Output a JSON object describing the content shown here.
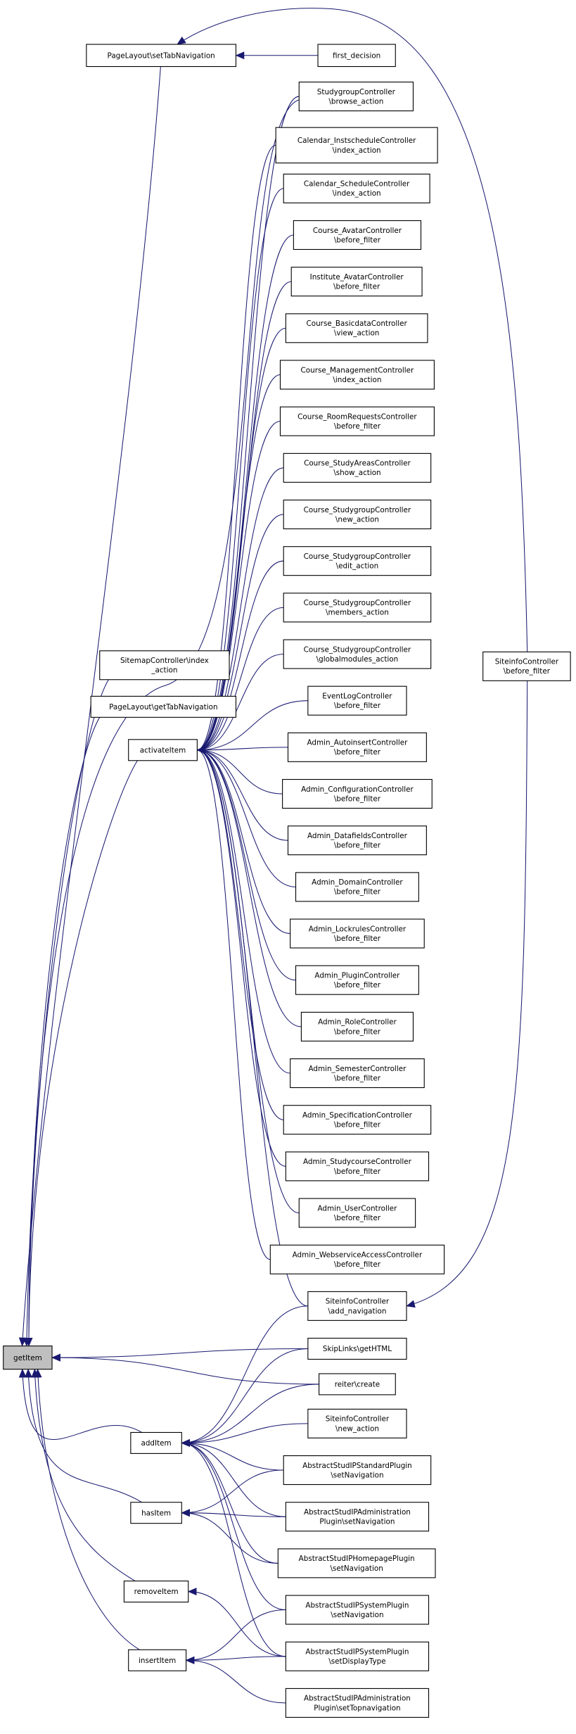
{
  "graph": {
    "type": "caller-graph",
    "edge_color": "#191970",
    "focus_fill": "#bfbfbf",
    "focus_node": "getItem",
    "nodes": [
      {
        "lines": [
          "getItem"
        ]
      },
      {
        "lines": [
          "PageLayout\\setTabNavigation"
        ]
      },
      {
        "lines": [
          "first_decision"
        ]
      },
      {
        "lines": [
          "StudygroupController",
          "\\browse_action"
        ]
      },
      {
        "lines": [
          "Calendar_InstscheduleController",
          "\\index_action"
        ]
      },
      {
        "lines": [
          "Calendar_ScheduleController",
          "\\index_action"
        ]
      },
      {
        "lines": [
          "Course_AvatarController",
          "\\before_filter"
        ]
      },
      {
        "lines": [
          "Institute_AvatarController",
          "\\before_filter"
        ]
      },
      {
        "lines": [
          "Course_BasicdataController",
          "\\view_action"
        ]
      },
      {
        "lines": [
          "Course_ManagementController",
          "\\index_action"
        ]
      },
      {
        "lines": [
          "Course_RoomRequestsController",
          "\\before_filter"
        ]
      },
      {
        "lines": [
          "Course_StudyAreasController",
          "\\show_action"
        ]
      },
      {
        "lines": [
          "Course_StudygroupController",
          "\\new_action"
        ]
      },
      {
        "lines": [
          "Course_StudygroupController",
          "\\edit_action"
        ]
      },
      {
        "lines": [
          "Course_StudygroupController",
          "\\members_action"
        ]
      },
      {
        "lines": [
          "Course_StudygroupController",
          "\\globalmodules_action"
        ]
      },
      {
        "lines": [
          "EventLogController",
          "\\before_filter"
        ]
      },
      {
        "lines": [
          "Admin_AutoinsertController",
          "\\before_filter"
        ]
      },
      {
        "lines": [
          "Admin_ConfigurationController",
          "\\before_filter"
        ]
      },
      {
        "lines": [
          "Admin_DatafieldsController",
          "\\before_filter"
        ]
      },
      {
        "lines": [
          "Admin_DomainController",
          "\\before_filter"
        ]
      },
      {
        "lines": [
          "Admin_LockrulesController",
          "\\before_filter"
        ]
      },
      {
        "lines": [
          "Admin_PluginController",
          "\\before_filter"
        ]
      },
      {
        "lines": [
          "Admin_RoleController",
          "\\before_filter"
        ]
      },
      {
        "lines": [
          "Admin_SemesterController",
          "\\before_filter"
        ]
      },
      {
        "lines": [
          "Admin_SpecificationController",
          "\\before_filter"
        ]
      },
      {
        "lines": [
          "Admin_StudycourseController",
          "\\before_filter"
        ]
      },
      {
        "lines": [
          "Admin_UserController",
          "\\before_filter"
        ]
      },
      {
        "lines": [
          "Admin_WebserviceAccessController",
          "\\before_filter"
        ]
      },
      {
        "lines": [
          "SiteinfoController",
          "\\add_navigation"
        ]
      },
      {
        "lines": [
          "SkipLinks\\getHTML"
        ]
      },
      {
        "lines": [
          "reiter\\create"
        ]
      },
      {
        "lines": [
          "SiteinfoController",
          "\\new_action"
        ]
      },
      {
        "lines": [
          "AbstractStudIPStandardPlugin",
          "\\setNavigation"
        ]
      },
      {
        "lines": [
          "AbstractStudIPAdministration",
          "Plugin\\setNavigation"
        ]
      },
      {
        "lines": [
          "AbstractStudIPHomepagePlugin",
          "\\setNavigation"
        ]
      },
      {
        "lines": [
          "AbstractStudIPSystemPlugin",
          "\\setNavigation"
        ]
      },
      {
        "lines": [
          "AbstractStudIPSystemPlugin",
          "\\setDisplayType"
        ]
      },
      {
        "lines": [
          "AbstractStudIPAdministration",
          "Plugin\\setTopnavigation"
        ]
      },
      {
        "lines": [
          "SiteinfoController",
          "\\before_filter"
        ]
      },
      {
        "lines": [
          "SitemapController\\index",
          "_action"
        ]
      },
      {
        "lines": [
          "PageLayout\\getTabNavigation"
        ]
      },
      {
        "lines": [
          "activateItem"
        ]
      },
      {
        "lines": [
          "addItem"
        ]
      },
      {
        "lines": [
          "hasItem"
        ]
      },
      {
        "lines": [
          "removeItem"
        ]
      },
      {
        "lines": [
          "insertItem"
        ]
      }
    ],
    "edges": [
      [
        2,
        1
      ],
      [
        39,
        1
      ],
      [
        39,
        29
      ],
      [
        1,
        0
      ],
      [
        40,
        0
      ],
      [
        41,
        0
      ],
      [
        42,
        0
      ],
      [
        43,
        0
      ],
      [
        44,
        0
      ],
      [
        45,
        0
      ],
      [
        46,
        0
      ],
      [
        3,
        0
      ],
      [
        30,
        0
      ],
      [
        31,
        0
      ],
      [
        3,
        42
      ],
      [
        4,
        42
      ],
      [
        5,
        42
      ],
      [
        6,
        42
      ],
      [
        7,
        42
      ],
      [
        8,
        42
      ],
      [
        9,
        42
      ],
      [
        10,
        42
      ],
      [
        11,
        42
      ],
      [
        12,
        42
      ],
      [
        13,
        42
      ],
      [
        14,
        42
      ],
      [
        15,
        42
      ],
      [
        16,
        42
      ],
      [
        17,
        42
      ],
      [
        18,
        42
      ],
      [
        19,
        42
      ],
      [
        20,
        42
      ],
      [
        21,
        42
      ],
      [
        22,
        42
      ],
      [
        23,
        42
      ],
      [
        24,
        42
      ],
      [
        25,
        42
      ],
      [
        26,
        42
      ],
      [
        27,
        42
      ],
      [
        28,
        42
      ],
      [
        29,
        42
      ],
      [
        29,
        43
      ],
      [
        30,
        43
      ],
      [
        31,
        43
      ],
      [
        32,
        43
      ],
      [
        33,
        43
      ],
      [
        34,
        43
      ],
      [
        35,
        43
      ],
      [
        36,
        43
      ],
      [
        37,
        43
      ],
      [
        33,
        44
      ],
      [
        34,
        44
      ],
      [
        35,
        44
      ],
      [
        37,
        45
      ],
      [
        36,
        46
      ],
      [
        37,
        46
      ],
      [
        38,
        46
      ]
    ]
  }
}
